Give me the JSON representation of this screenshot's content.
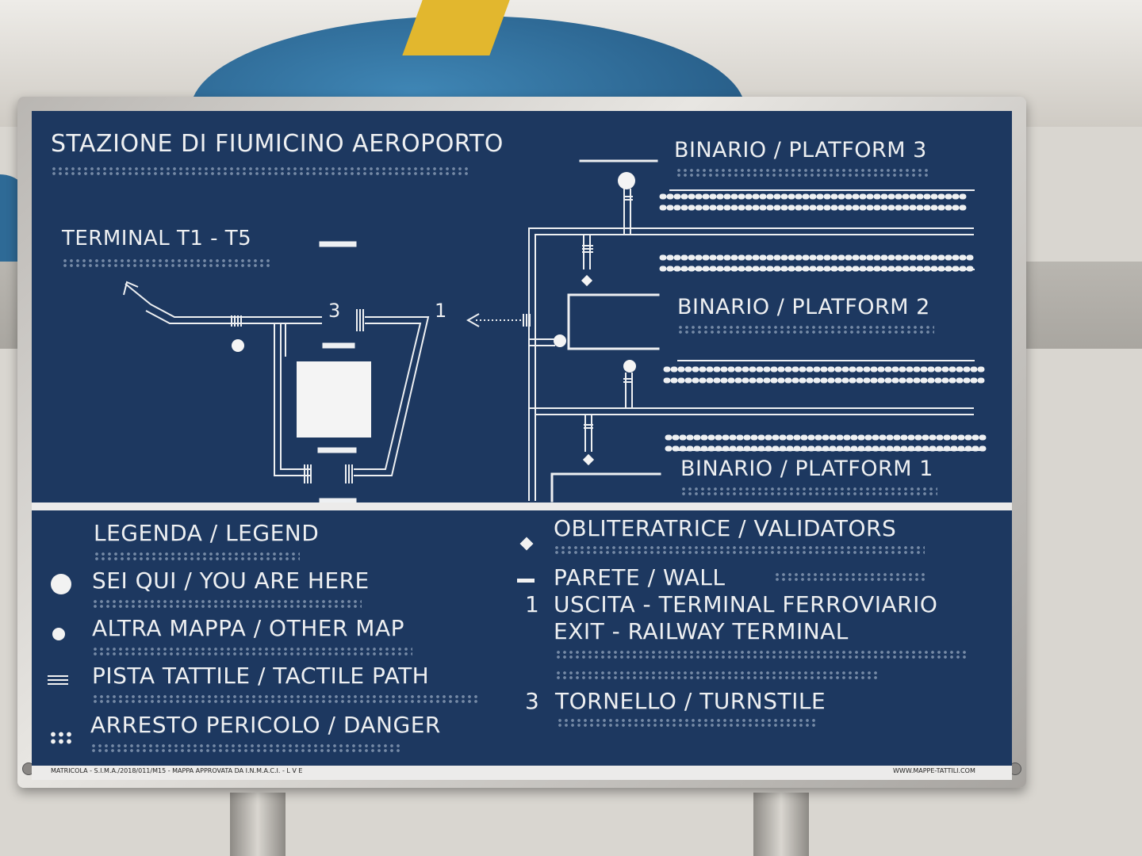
{
  "sign": {
    "title": "STAZIONE DI FIUMICINO AEROPORTO",
    "terminal": "TERMINAL T1 - T5",
    "platform3": "BINARIO / PLATFORM 3",
    "platform2": "BINARIO / PLATFORM 2",
    "platform1": "BINARIO / PLATFORM 1",
    "marker_3": "3",
    "marker_1": "1"
  },
  "legend": {
    "heading": "LEGENDA / LEGEND",
    "you_are_here": "SEI QUI / YOU ARE HERE",
    "other_map": "ALTRA MAPPA / OTHER MAP",
    "tactile_path": "PISTA TATTILE / TACTILE PATH",
    "danger": "ARRESTO PERICOLO / DANGER",
    "validators": "OBLITERATRICE / VALIDATORS",
    "wall": "PARETE / WALL",
    "exit_number": "1",
    "exit_it": "USCITA - TERMINAL FERROVIARIO",
    "exit_en": "EXIT - RAILWAY TERMINAL",
    "turnstile_number": "3",
    "turnstile": "TORNELLO / TURNSTILE"
  },
  "footer": {
    "left": "MATRICOLA - S.I.M.A./2018/011/M15 - MAPPA APPROVATA DA I.N.M.A.C.I. - L V E",
    "right": "WWW.MAPPE-TATTILI.COM"
  },
  "colors": {
    "plate": "#1d3860",
    "relief": "#eef0f2",
    "frame": "#d0cdc9"
  },
  "icons": [
    "you-are-here-dot",
    "other-map-dot",
    "tactile-path-lines",
    "danger-dots",
    "validator-diamond",
    "wall-bar"
  ]
}
